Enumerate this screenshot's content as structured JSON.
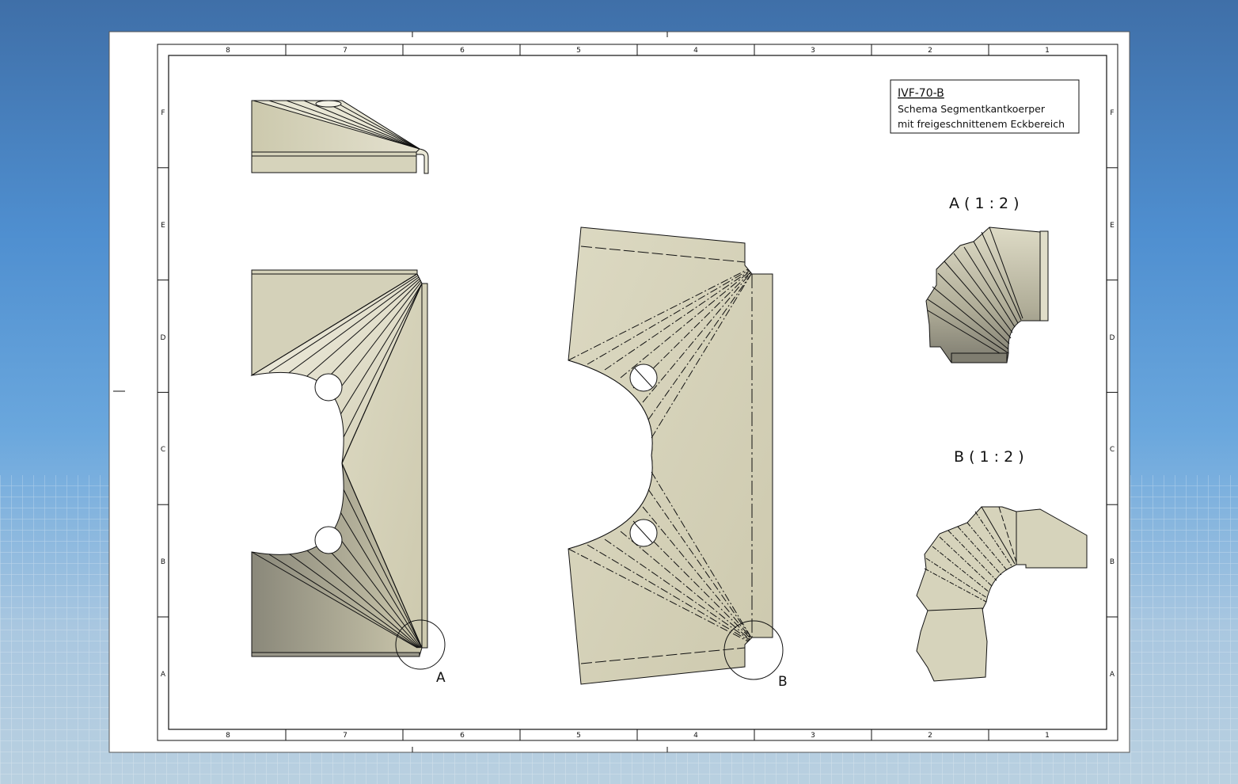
{
  "title_block": {
    "drawing_number": "IVF-70-B",
    "line1": "Schema Segmentkantkoerper",
    "line2": "mit freigeschnittenem Eckbereich"
  },
  "border": {
    "columns": [
      "8",
      "7",
      "6",
      "5",
      "4",
      "3",
      "2",
      "1"
    ],
    "rows": [
      "F",
      "E",
      "D",
      "C",
      "B",
      "A"
    ]
  },
  "details": {
    "a_marker": "A",
    "b_marker": "B",
    "a_title": "A ( 1 : 2 )",
    "b_title": "B ( 1 : 2 )"
  },
  "colors": {
    "background": "#4f8fd0",
    "sheet": "#ffffff",
    "part_fill": "#d6d3bb",
    "part_dark": "#8c8a7a",
    "line": "#111111"
  }
}
